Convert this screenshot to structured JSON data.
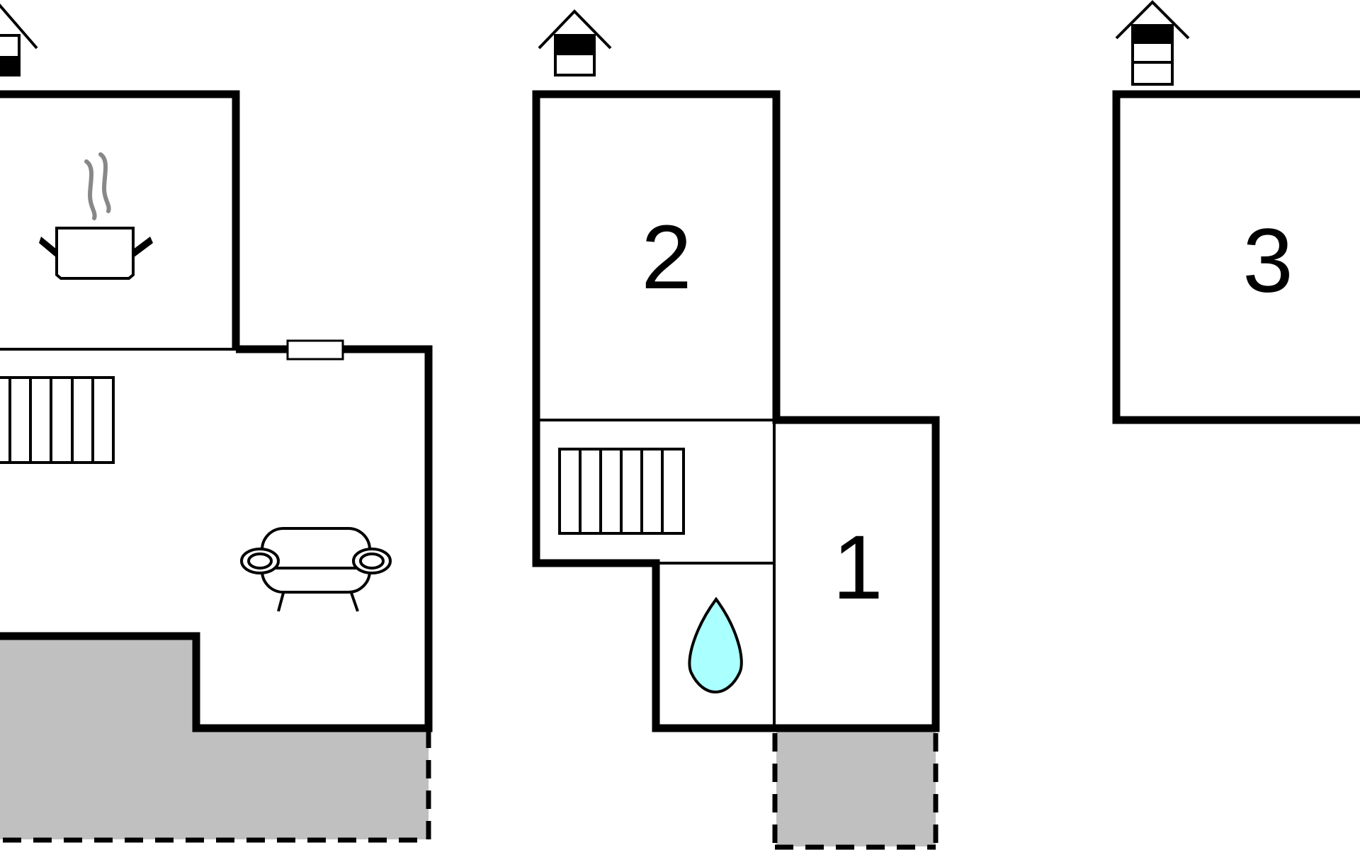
{
  "floor_plan": {
    "rooms": [
      {
        "id": "room-1",
        "label": "1"
      },
      {
        "id": "room-2",
        "label": "2"
      },
      {
        "id": "room-3",
        "label": "3"
      }
    ],
    "icons": [
      "house-level-icon-ground",
      "house-level-icon-middle",
      "house-level-icon-top",
      "cooking-pot-icon",
      "radiator-icon",
      "sofa-icon",
      "water-drop-icon",
      "door-icon"
    ],
    "colors": {
      "wall": "#000000",
      "terrace": "#c0c0c0",
      "water": "#aaffff",
      "steam": "#888888",
      "background": "#ffffff"
    }
  }
}
